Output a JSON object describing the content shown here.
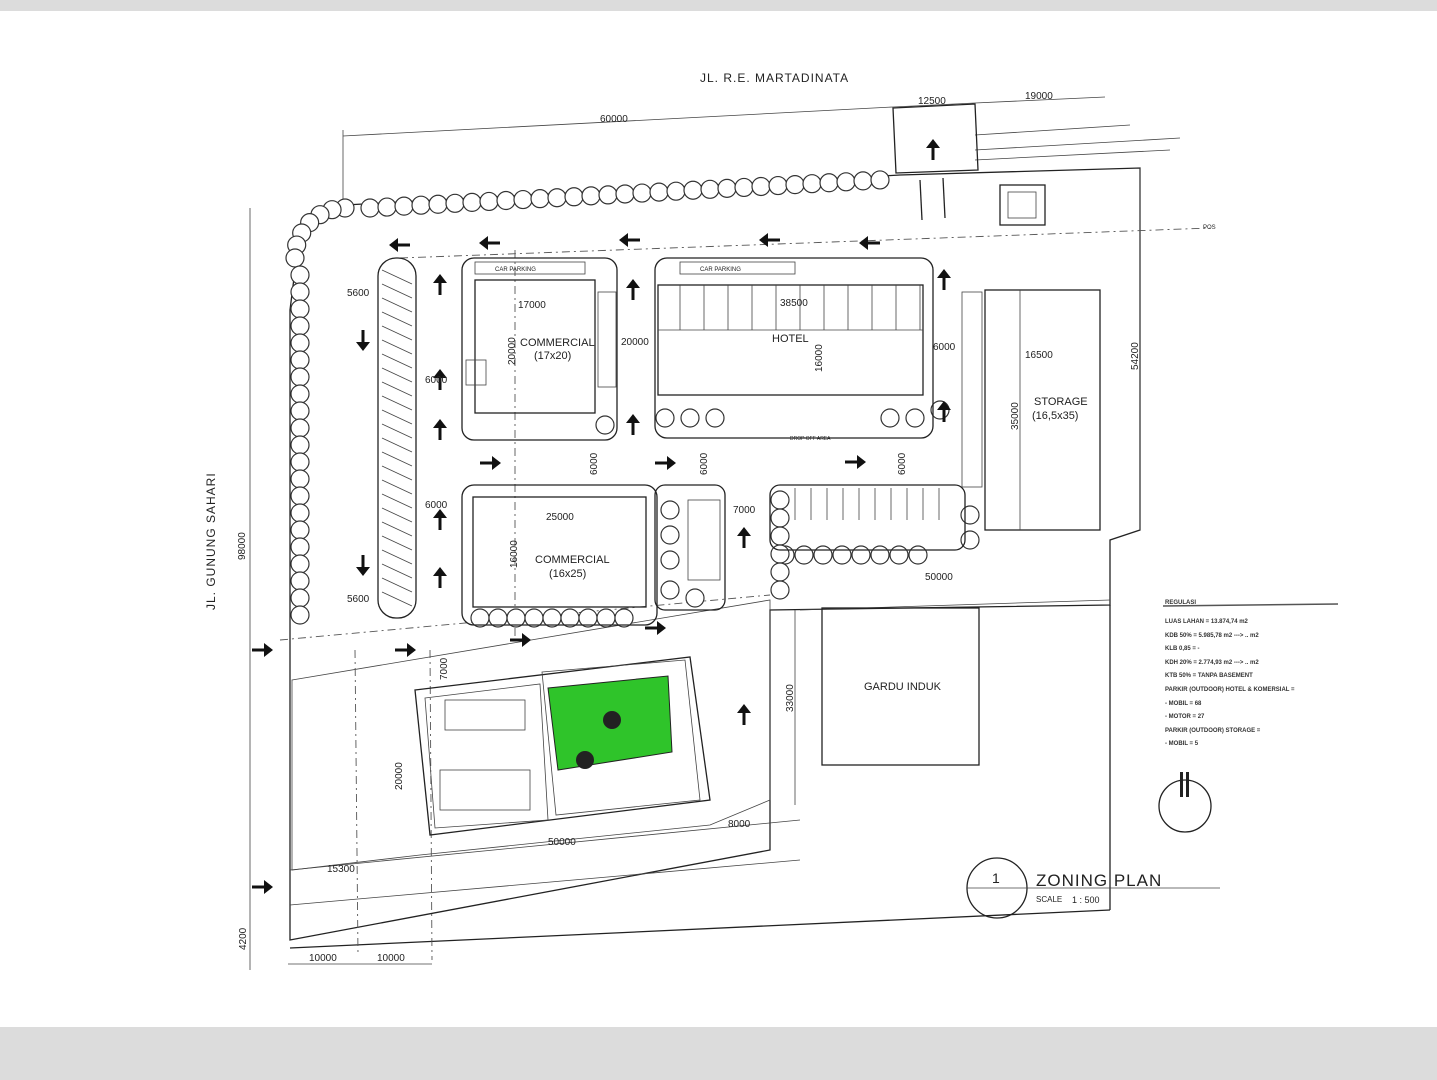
{
  "roads": {
    "north": "JL. R.E. MARTADINATA",
    "west": "JL. GUNUNG SAHARI"
  },
  "buildings": {
    "commercial_1": {
      "name": "COMMERCIAL",
      "size": "(17x20)"
    },
    "commercial_2": {
      "name": "COMMERCIAL",
      "size": "(16x25)"
    },
    "hotel": {
      "name": "HOTEL"
    },
    "storage": {
      "name": "STORAGE",
      "size": "(16,5x35)"
    },
    "gardu": {
      "name": "GARDU INDUK"
    }
  },
  "dimensions": {
    "top_60000": "60000",
    "top_12500": "12500",
    "top_19000": "19000",
    "side_98000": "98000",
    "side_54200": "54200",
    "c1_w": "17000",
    "c1_h": "20000",
    "c2_w": "25000",
    "c2_h": "16000",
    "hotel_w": "38500",
    "hotel_h": "16000",
    "storage_w": "16500",
    "storage_h": "35000",
    "gap_20000": "20000",
    "gap_6000a": "6000",
    "gap_6000b": "6000",
    "gap_6000c": "6000",
    "gap_6000d": "6000",
    "gap_6000e": "6000",
    "gap_6000f": "6000",
    "gap_7000": "7000",
    "gap_5600a": "5600",
    "gap_5600b": "5600",
    "gap_50000a": "50000",
    "gap_50000b": "50000",
    "gap_33000": "33000",
    "gap_20000b": "20000",
    "gap_15300": "15300",
    "gap_4200": "4200",
    "bottom_10000a": "10000",
    "bottom_10000b": "10000",
    "gap_8000": "8000",
    "gap_7000b": "7000"
  },
  "small_labels": {
    "car_parking": "CAR PARKING",
    "drop_off": "DROP OFF AREA",
    "pos": "POS"
  },
  "title_block": {
    "number": "1",
    "title": "ZONING PLAN",
    "scale_label": "SCALE",
    "scale_value": "1 : 500"
  },
  "legend": {
    "heading": "REGULASI",
    "lines": [
      "LUAS LAHAN = 13.874,74 m2",
      "KDB 50% = 5.985,78 m2 ---> .. m2",
      "KLB 0,85 = -",
      "KDH 20% = 2.774,93 m2 ---> .. m2",
      "KTB 50% = TANPA BASEMENT",
      "PARKIR (OUTDOOR) HOTEL & KOMERSIAL =",
      "- MOBIL = 68",
      "- MOTOR = 27",
      "PARKIR (OUTDOOR) STORAGE =",
      "- MOBIL = 5"
    ]
  },
  "colors": {
    "green_area": "#2fc42a",
    "line": "#222222",
    "band": "#dcdcdc"
  }
}
